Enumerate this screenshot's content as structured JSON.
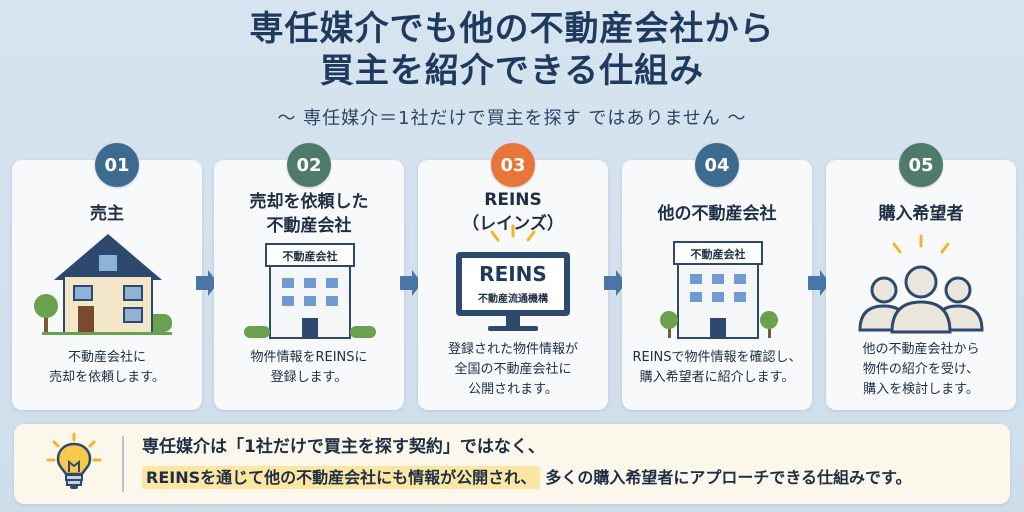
{
  "title_line1": "専任媒介でも他の不動産会社から",
  "title_line2": "買主を紹介できる仕組み",
  "subtitle": "〜 専任媒介＝1社だけで買主を探す ではありません 〜",
  "steps": [
    {
      "number": "01",
      "title": "売主",
      "desc_line1": "不動産会社に",
      "desc_line2": "売却を依頼します。",
      "color": "#3d6b8f"
    },
    {
      "number": "02",
      "title_line1": "売却を依頼した",
      "title_line2": "不動産会社",
      "sign": "不動産会社",
      "desc_line1": "物件情報をREINSに",
      "desc_line2": "登録します。",
      "color": "#4e7a6a"
    },
    {
      "number": "03",
      "title_line1": "REINS",
      "title_line2": "（レインズ）",
      "screen_text": "REINS",
      "screen_sub": "不動産流通機構",
      "desc_line1": "登録された物件情報が",
      "desc_line2": "全国の不動産会社に",
      "desc_line3": "公開されます。",
      "color": "#e8763a"
    },
    {
      "number": "04",
      "title": "他の不動産会社",
      "sign": "不動産会社",
      "desc_line1": "REINSで物件情報を確認し、",
      "desc_line2": "購入希望者に紹介します。",
      "color": "#3d6b8f"
    },
    {
      "number": "05",
      "title": "購入希望者",
      "desc_line1": "他の不動産会社から",
      "desc_line2": "物件の紹介を受け、",
      "desc_line3": "購入を検討します。",
      "color": "#4e7a6a"
    }
  ],
  "bottom": {
    "line1": "専任媒介は「1社だけで買主を探す契約」ではなく、",
    "line2_highlight": "REINSを通じて他の不動産会社にも情報が公開され、",
    "line2_rest": "多くの購入希望者にアプローチできる仕組みです。"
  },
  "colors": {
    "primary": "#1e3a5f",
    "arrow": "#4a76a8",
    "highlight": "#fbe6a3",
    "badge_orange": "#e8763a"
  }
}
